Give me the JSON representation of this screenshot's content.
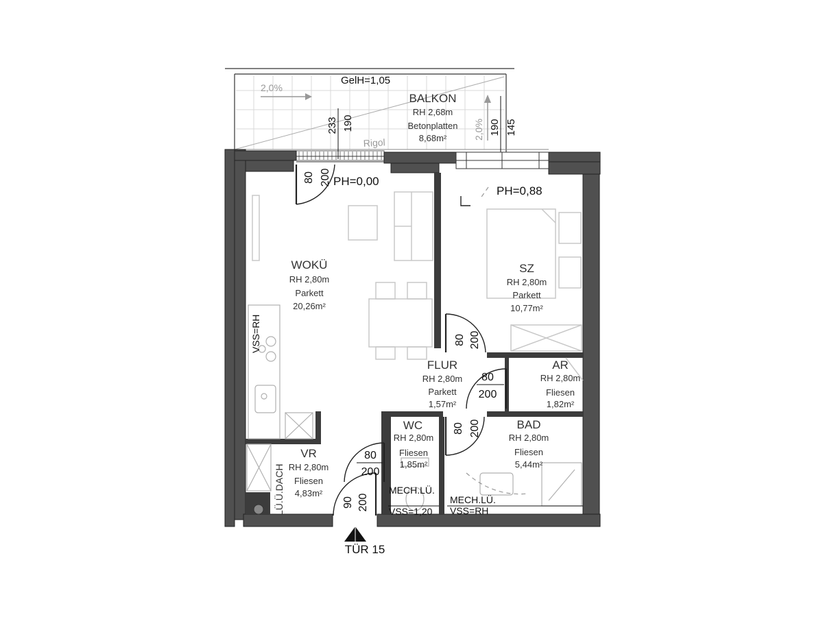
{
  "rooms": {
    "balkon": {
      "name": "BALKON",
      "rh": "RH 2,68m",
      "floor": "Betonplatten",
      "area": "8,68m²"
    },
    "wokue": {
      "name": "WOKÜ",
      "rh": "RH 2,80m",
      "floor": "Parkett",
      "area": "20,26m²"
    },
    "sz": {
      "name": "SZ",
      "rh": "RH 2,80m",
      "floor": "Parkett",
      "area": "10,77m²"
    },
    "flur": {
      "name": "FLUR",
      "rh": "RH 2,80m",
      "floor": "Parkett",
      "area": "1,57m²"
    },
    "ar": {
      "name": "AR",
      "rh": "RH 2,80m",
      "floor": "Fliesen",
      "area": "1,82m²"
    },
    "wc": {
      "name": "WC",
      "rh": "RH 2,80m",
      "floor": "Fliesen",
      "area": "1,85m²"
    },
    "bad": {
      "name": "BAD",
      "rh": "RH 2,80m",
      "floor": "Fliesen",
      "area": "5,44m²"
    },
    "vr": {
      "name": "VR",
      "rh": "RH 2,80m",
      "floor": "Fliesen",
      "area": "4,83m²"
    }
  },
  "notes": {
    "gelh": "GelH=1,05",
    "rigol": "Rigol",
    "slope_left": "2,0%",
    "slope_right": "2,0%",
    "ph_wokue": "PH=0,00",
    "ph_sz": "PH=0,88",
    "vss_rh_kitchen": "VSS=RH",
    "lu_dach": "LÜ.Ü.DACH",
    "mech_lu_wc": "MECH.LÜ.",
    "mech_lu_bad": "MECH.LÜ.",
    "vss_wc": "VSS=1,20",
    "vss_bad": "VSS=RH",
    "entrance": "TÜR 15"
  },
  "dims": {
    "balk_233": "233",
    "balk_190a": "190",
    "balk_190b": "190",
    "balk_145": "145",
    "win_80": "80",
    "win_200": "200",
    "sz_door_80": "80",
    "sz_door_200": "200",
    "ar_door_80": "80",
    "ar_door_200": "200",
    "bad_door_80": "80",
    "bad_door_200": "200",
    "wc_door_80": "80",
    "wc_door_200": "200",
    "entry_90": "90",
    "entry_200": "200"
  }
}
